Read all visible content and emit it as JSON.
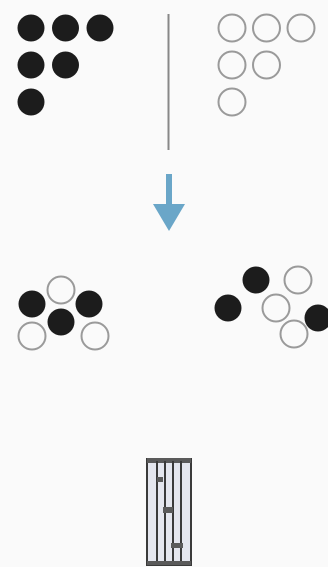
{
  "colors": {
    "background": "#fafafa",
    "filled_dot": "#1c1c1c",
    "empty_dot_stroke": "#9a9a9a",
    "divider": "#888888",
    "arrow": "#6aa6c8",
    "bin_fill": "#e4e6ee",
    "bin_stroke": "#3a3a3a"
  },
  "icons": {
    "transition_arrow": "arrow-down-icon",
    "container": "bin-icon"
  },
  "diagram": {
    "top_left_group": {
      "dot_style": "filled",
      "rows": [
        3,
        2,
        1
      ]
    },
    "top_right_group": {
      "dot_style": "empty",
      "rows": [
        3,
        2,
        1
      ]
    },
    "bottom_left_group": {
      "dots": [
        "filled",
        "empty",
        "filled",
        "filled",
        "empty",
        "empty"
      ]
    },
    "bottom_right_group": {
      "dots": [
        "filled",
        "empty",
        "filled",
        "empty",
        "filled",
        "empty"
      ]
    }
  }
}
